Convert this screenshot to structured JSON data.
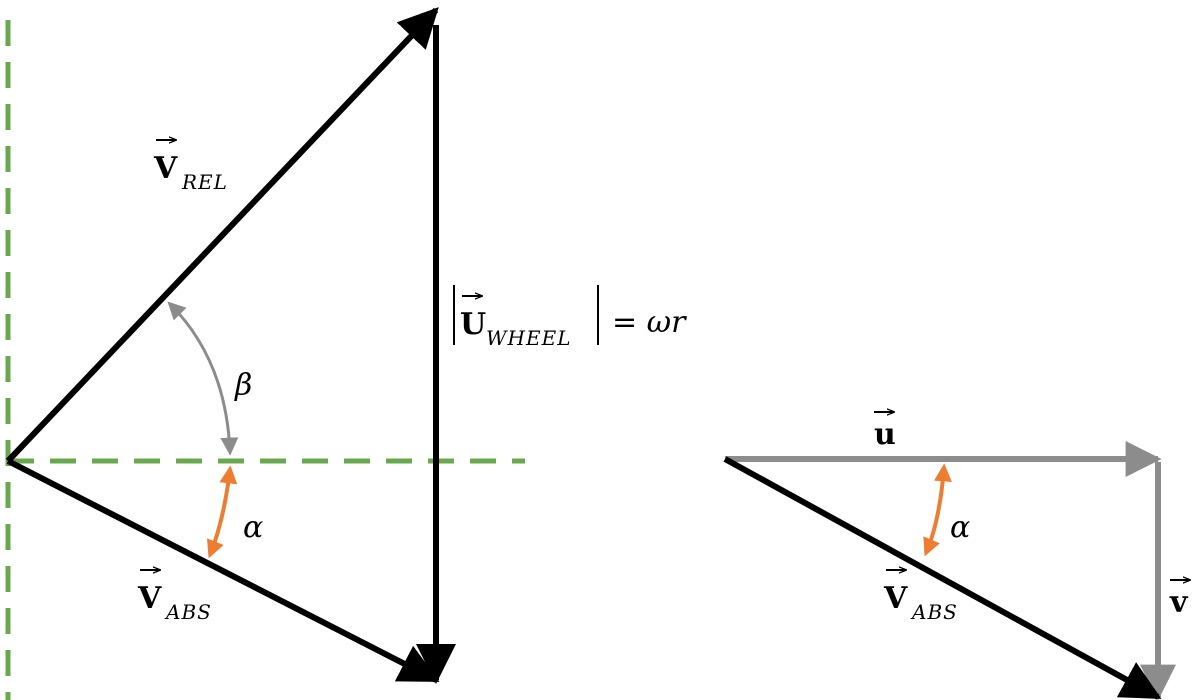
{
  "labels": {
    "v_rel": "V",
    "v_rel_sub": "REL",
    "u_wheel": "U",
    "u_wheel_sub": "WHEEL",
    "u_wheel_eq": "= ωr",
    "beta": "β",
    "alpha_left": "α",
    "v_abs_left": "V",
    "v_abs_left_sub": "ABS",
    "u_small": "u",
    "alpha_right": "α",
    "v_abs_right": "V",
    "v_abs_right_sub": "ABS",
    "v_small": "v"
  },
  "colors": {
    "vector": "#000000",
    "reference_dashed": "#6aa84f",
    "angle_beta": "#8c8c8c",
    "angle_alpha": "#ed7d31",
    "component_vectors": "#8c8c8c"
  }
}
